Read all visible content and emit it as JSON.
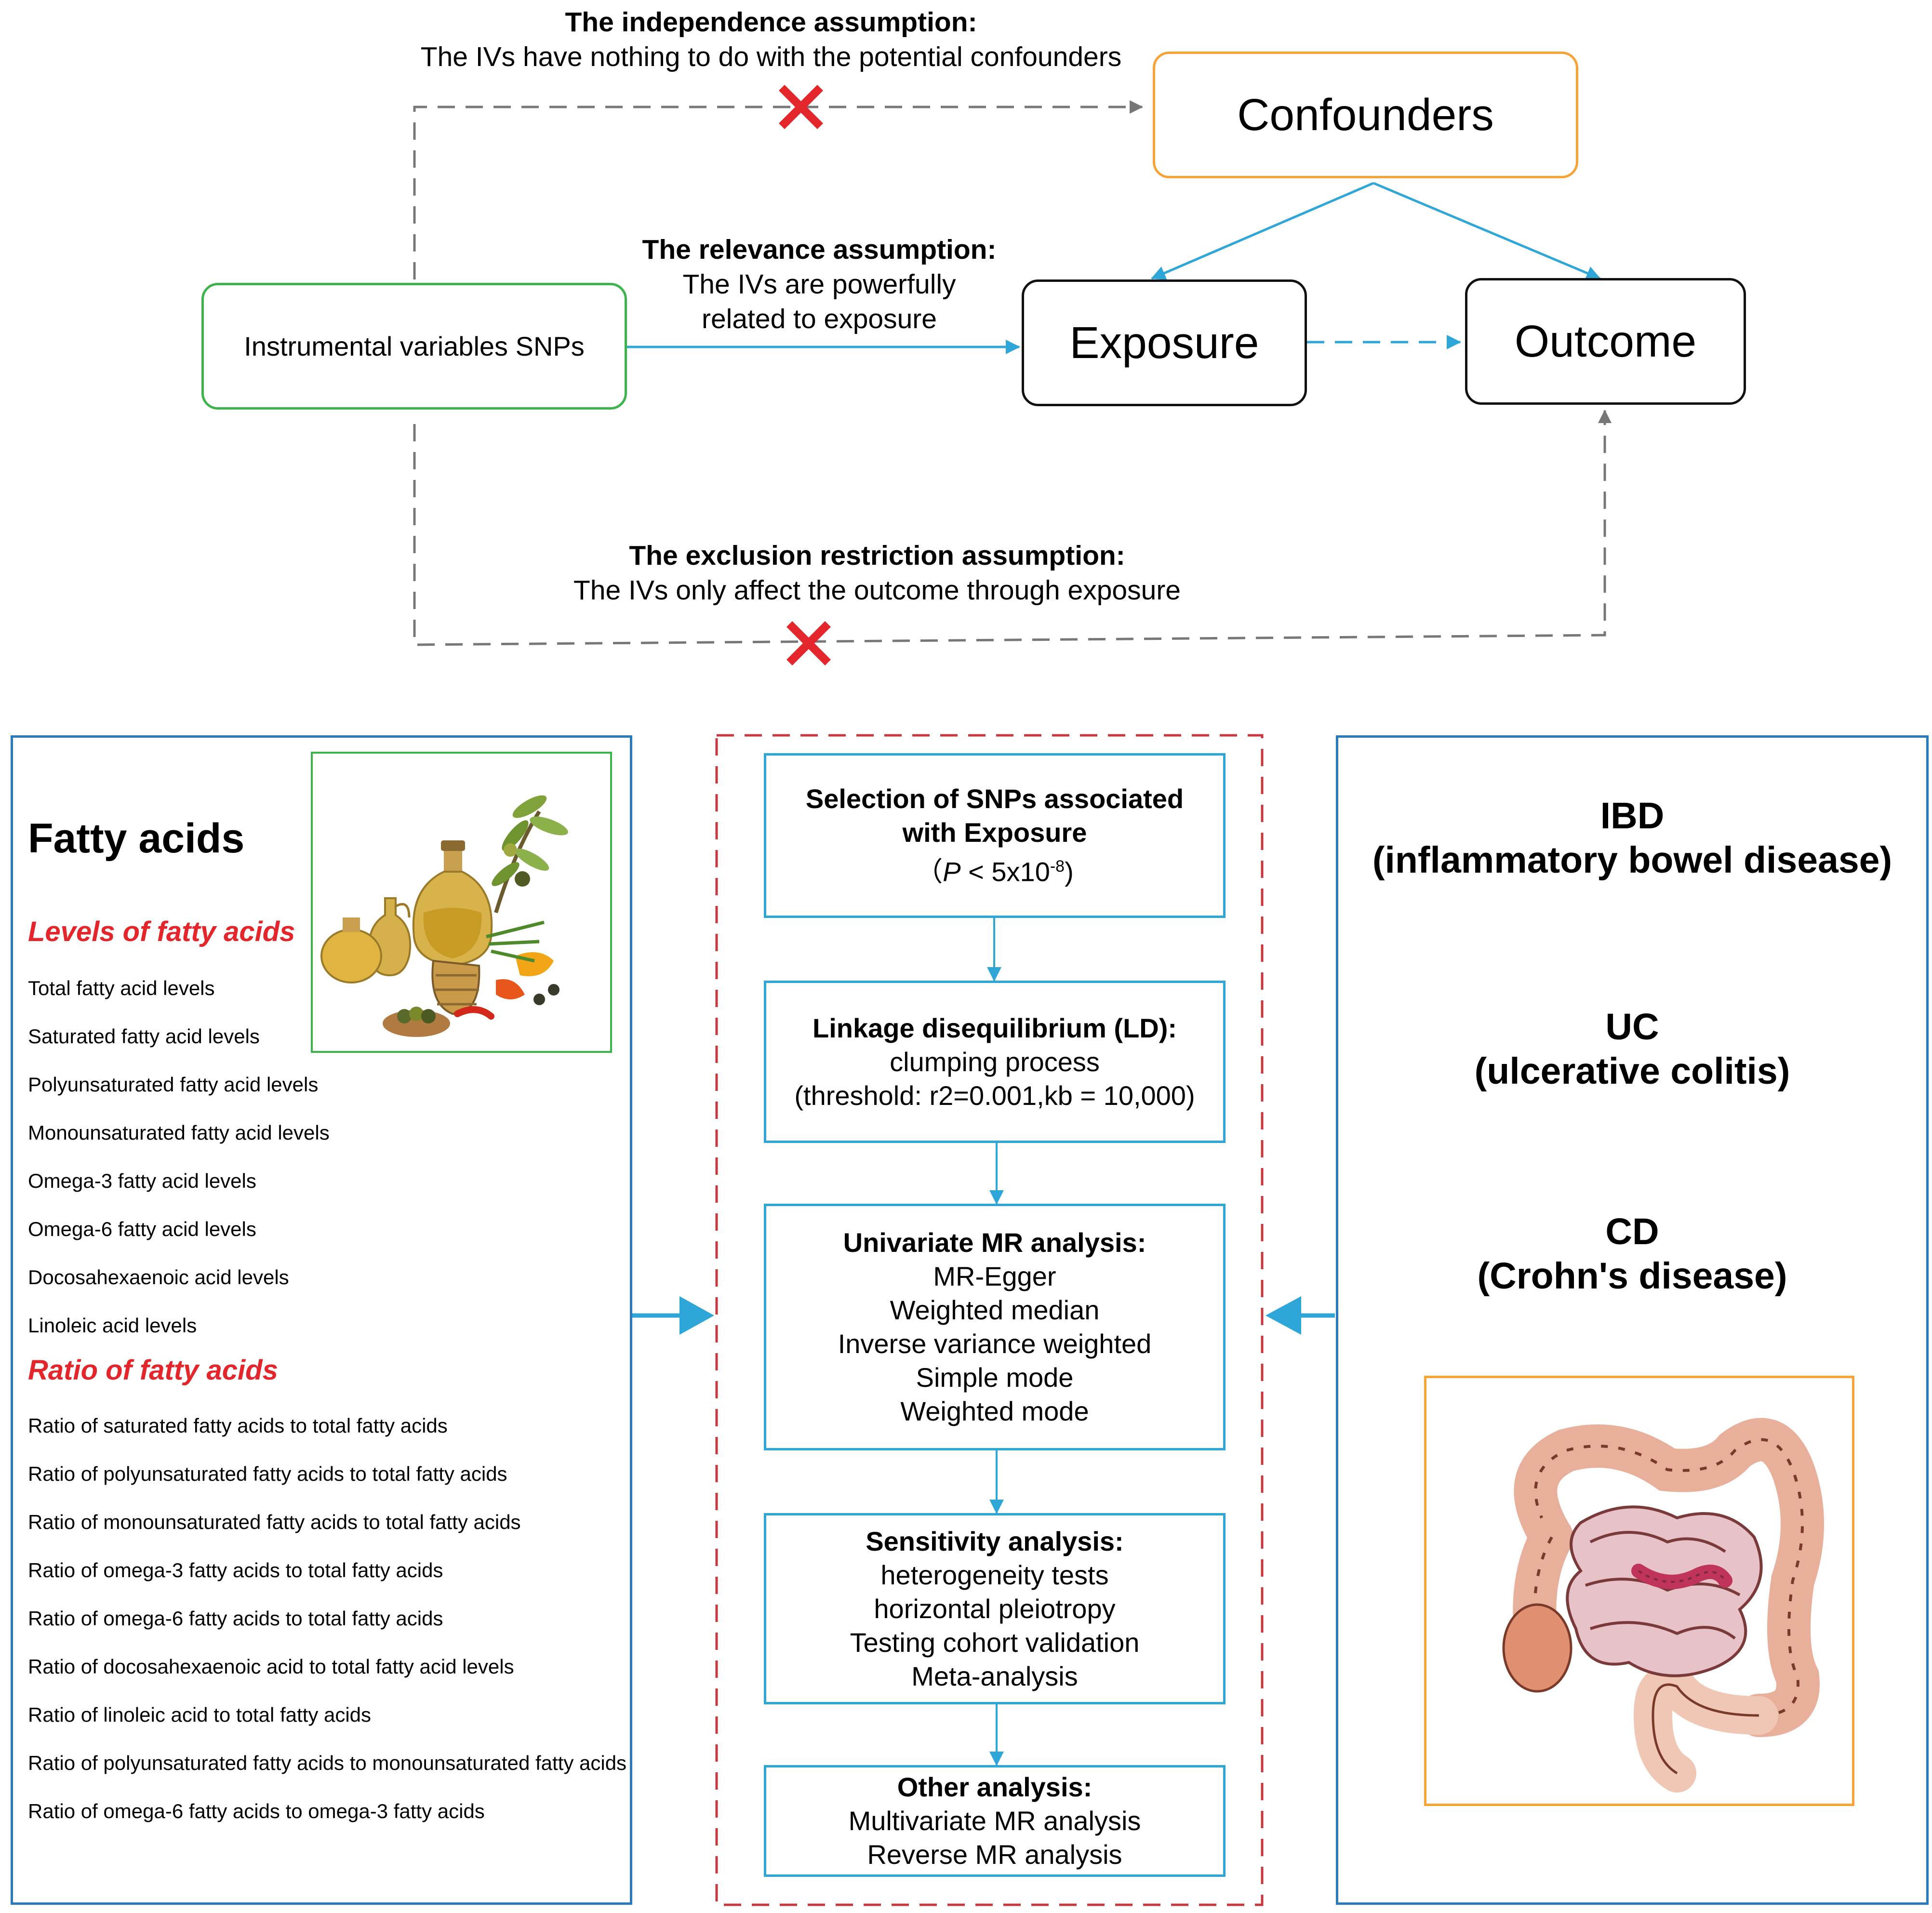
{
  "top": {
    "independence": {
      "title": "The independence assumption:",
      "text": "The IVs have nothing to do with the potential confounders"
    },
    "relevance": {
      "title": "The relevance assumption:",
      "line1": "The IVs are powerfully",
      "line2": "related to exposure"
    },
    "exclusion": {
      "title": "The exclusion restriction assumption:",
      "text": "The IVs only affect the outcome through exposure"
    },
    "confounders": "Confounders",
    "exposure": "Exposure",
    "outcome": "Outcome",
    "instrumental": "Instrumental variables SNPs"
  },
  "left": {
    "title": "Fatty acids",
    "levels_heading": "Levels of fatty acids",
    "levels": [
      "Total fatty acid levels",
      "Saturated fatty acid levels",
      "Polyunsaturated fatty acid levels",
      "Monounsaturated fatty acid levels",
      "Omega-3 fatty acid levels",
      "Omega-6 fatty acid levels",
      "Docosahexaenoic acid levels",
      "Linoleic acid levels"
    ],
    "ratio_heading": "Ratio of fatty acids",
    "ratios": [
      "Ratio of saturated fatty acids to total fatty acids",
      "Ratio of polyunsaturated fatty acids to total fatty acids",
      "Ratio of monounsaturated fatty acids to total fatty acids",
      "Ratio of omega-3 fatty acids to total fatty acids",
      "Ratio of omega-6 fatty acids to total fatty acids",
      "Ratio of docosahexaenoic acid to total fatty acid levels",
      "Ratio of linoleic acid to total fatty acids",
      "Ratio of polyunsaturated fatty acids to monounsaturated fatty acids",
      "Ratio of omega-6 fatty acids to omega-3 fatty acids"
    ]
  },
  "flow": {
    "step1": {
      "title_line1": "Selection of SNPs associated",
      "title_line2": "with Exposure",
      "p_open": "（",
      "p_var": "P",
      "p_rest": " < 5x10",
      "p_exp": "-8",
      "p_close": ")"
    },
    "step2": {
      "title": "Linkage disequilibrium (LD):",
      "line1": "clumping process",
      "line2": "(threshold: r2=0.001,kb = 10,000)"
    },
    "step3": {
      "title": "Univariate MR analysis:",
      "items": [
        "MR-Egger",
        "Weighted median",
        "Inverse variance weighted",
        "Simple mode",
        "Weighted mode"
      ]
    },
    "step4": {
      "title": "Sensitivity analysis:",
      "items": [
        "heterogeneity tests",
        "horizontal pleiotropy",
        "Testing cohort validation",
        "Meta-analysis"
      ]
    },
    "step5": {
      "title": "Other analysis:",
      "items": [
        "Multivariate MR analysis",
        "Reverse MR analysis"
      ]
    }
  },
  "right": {
    "ibd_abbr": "IBD",
    "ibd_full": "(inflammatory bowel disease)",
    "uc_abbr": "UC",
    "uc_full": "(ulcerative colitis)",
    "cd_abbr": "CD",
    "cd_full": "(Crohn's disease)"
  },
  "colors": {
    "blue": "#2fa6d8",
    "green": "#3cb44b",
    "orange": "#f7a235",
    "red": "#e3262b",
    "gray_dash": "#777777",
    "dark_red_dash": "#c8393f"
  }
}
